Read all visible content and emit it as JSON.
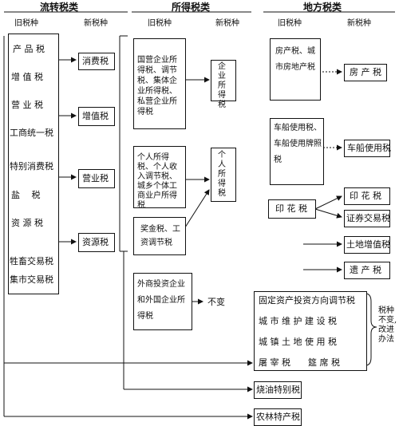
{
  "headers": {
    "turnover": "流转税类",
    "income": "所得税类",
    "local": "地方税类",
    "old": "旧税种",
    "new": "新税种"
  },
  "turnover_old": [
    "产 品 税",
    "增 值 税",
    "营 业 税",
    "工商统一税",
    "特别消费税",
    "盐　 税",
    "资 源 税",
    "牲畜交易税",
    "集市交易税"
  ],
  "turnover_new": [
    "消费税",
    "增值税",
    "营业税",
    "资源税"
  ],
  "income_old_1": "国营企业所得税、调节税、集体企业所得税、私营企业所得税",
  "income_new_1": "企业所得税",
  "income_old_2": "个人所得税、个人收入调节税、城乡个体工商业户所得税",
  "income_new_2": "个人所得税",
  "income_old_3": "奖金税、工资调节税",
  "income_old_4": "外商投资企业和外国企业所得税",
  "income_unchanged": "不变",
  "local_old_1": "房产税、城市房地产税",
  "local_new_1": "房 产 税",
  "local_old_2": "车船使用税、车船使用牌照税",
  "local_new_2": "车船使用税",
  "local_old_3": "印 花 税",
  "local_new_3": [
    "印 花 税",
    "证券交易税",
    "土地增值税",
    "遗 产 税"
  ],
  "unchanged_list": [
    "固定资产投资方向调节税",
    "城 市 维 护 建 设 税",
    "城 镇 土 地 使 用 税",
    "屠 宰 税　　筵 席 税"
  ],
  "unchanged_note": "税种不变,改进办法",
  "bottom_1": "烧油特别税",
  "bottom_2": "农林特产税"
}
